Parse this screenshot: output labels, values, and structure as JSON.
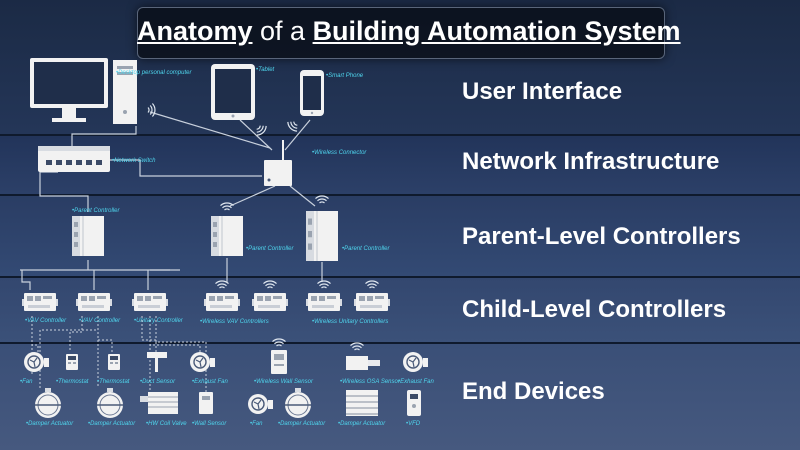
{
  "title": {
    "part1": "Anatomy",
    "part2": " of a ",
    "part3": "Building Automation System"
  },
  "tiers": [
    "User Interface",
    "Network Infrastructure",
    "Parent-Level Controllers",
    "Child-Level Controllers",
    "End Devices"
  ],
  "labels": {
    "desktop": "Desktop personal computer",
    "tablet": "Tablet",
    "phone": "Smart Phone",
    "switch": "Network Switch",
    "wireless_connector": "Wireless Connector",
    "parent1": "Parent Controller",
    "parent2": "Parent Controller",
    "parent3": "Parent Controller",
    "vav1": "VAV Controller",
    "vav2": "VAV Controller",
    "unitary": "Unitary Controller",
    "wireless_vav": "Wireless VAV Controllers",
    "wireless_unitary": "Wireless Unitary Controllers",
    "fan1": "Fan",
    "thermostat1": "Thermostat",
    "thermostat2": "Thermostat",
    "duct_sensor": "Duct Sensor",
    "exhaust_fan1": "Exhaust Fan",
    "wireless_wall_sensor": "Wireless Wall Sensor",
    "wireless_osa_sensor": "Wireless OSA Sensor",
    "exhaust_fan2": "Exhaust Fan",
    "damper1": "Damper Actuator",
    "damper2": "Damper Actuator",
    "hw_coil_valve": "HW Coil Valve",
    "wall_sensor": "Wall Sensor",
    "fan2": "Fan",
    "damper3": "Damper Actuator",
    "damper4": "Damper Actuator",
    "vfd": "VFD"
  },
  "colors": {
    "label": "#4fd6ee",
    "device": "#f2f2f2",
    "text": "#ffffff"
  }
}
